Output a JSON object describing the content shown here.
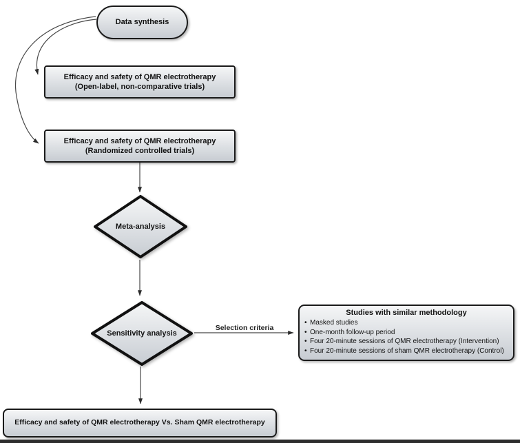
{
  "diagram": {
    "nodes": {
      "data_synthesis": {
        "label": "Data synthesis"
      },
      "open_label": {
        "line1": "Efficacy and safety of QMR electrotherapy",
        "line2": "(Open-label, non-comparative trials)"
      },
      "rct": {
        "line1": "Efficacy and safety of QMR electrotherapy",
        "line2": "(Randomized controlled trials)"
      },
      "meta_analysis": {
        "label": "Meta-analysis"
      },
      "sensitivity": {
        "label": "Sensitivity analysis"
      },
      "studies_box": {
        "title": "Studies with similar methodology",
        "bullets": [
          "Masked studies",
          "One-month follow-up period",
          "Four 20-minute sessions of QMR electrotherapy (Intervention)",
          "Four 20-minute sessions of sham QMR electrotherapy (Control)"
        ]
      },
      "result": {
        "label": "Efficacy and safety of QMR electrotherapy Vs. Sham QMR electrotherapy"
      }
    },
    "edges": {
      "selection_label": "Selection criteria"
    },
    "colors": {
      "fill_light": "#f5f6f7",
      "fill_dark": "#c7ccd2",
      "border": "#1a1a1a",
      "arrow": "#404040"
    }
  }
}
